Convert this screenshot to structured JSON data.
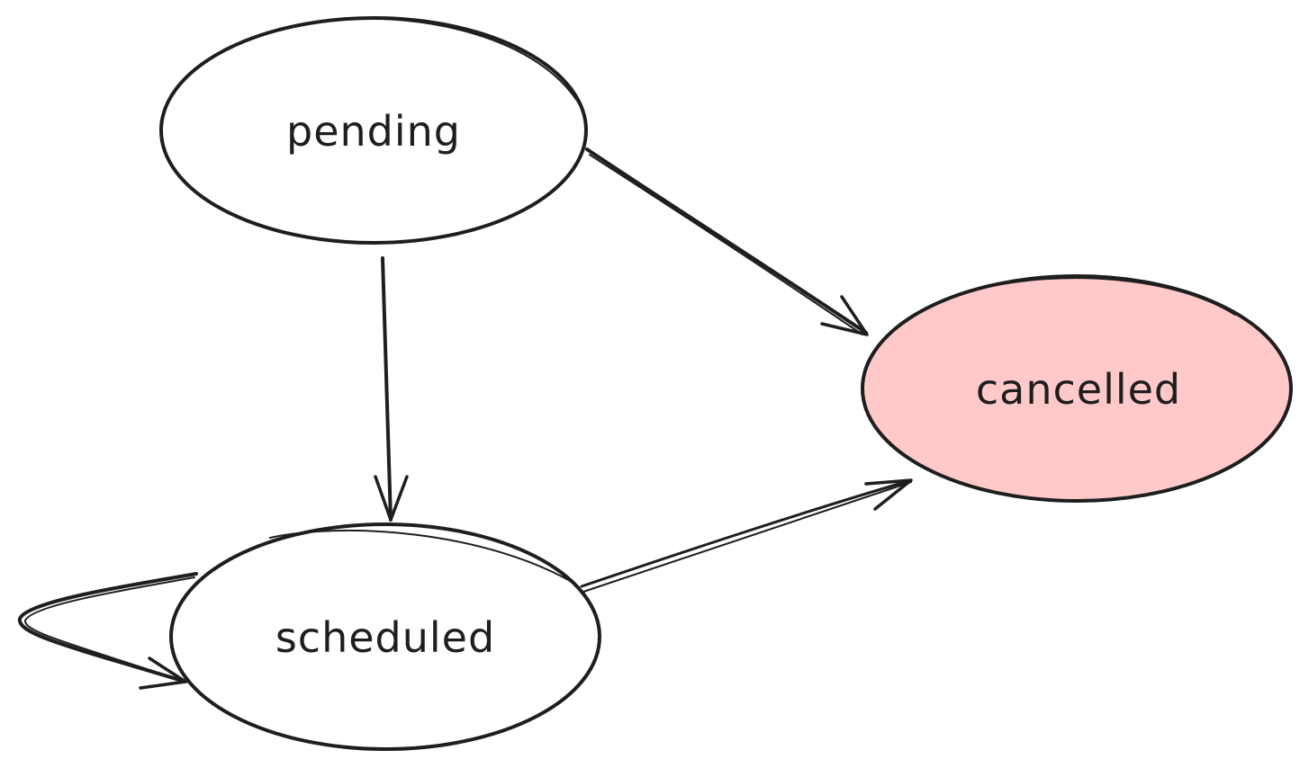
{
  "nodes": {
    "pending": {
      "label": "pending",
      "fill": "#ffffff"
    },
    "cancelled": {
      "label": "cancelled",
      "fill": "#ffc9c9"
    },
    "scheduled": {
      "label": "scheduled",
      "fill": "#ffffff"
    }
  },
  "colors": {
    "stroke": "#1e1e1e",
    "background": "#ffffff"
  },
  "edges": [
    {
      "from": "pending",
      "to": "scheduled"
    },
    {
      "from": "pending",
      "to": "cancelled"
    },
    {
      "from": "scheduled",
      "to": "cancelled"
    },
    {
      "from": "scheduled",
      "to": "scheduled"
    }
  ]
}
